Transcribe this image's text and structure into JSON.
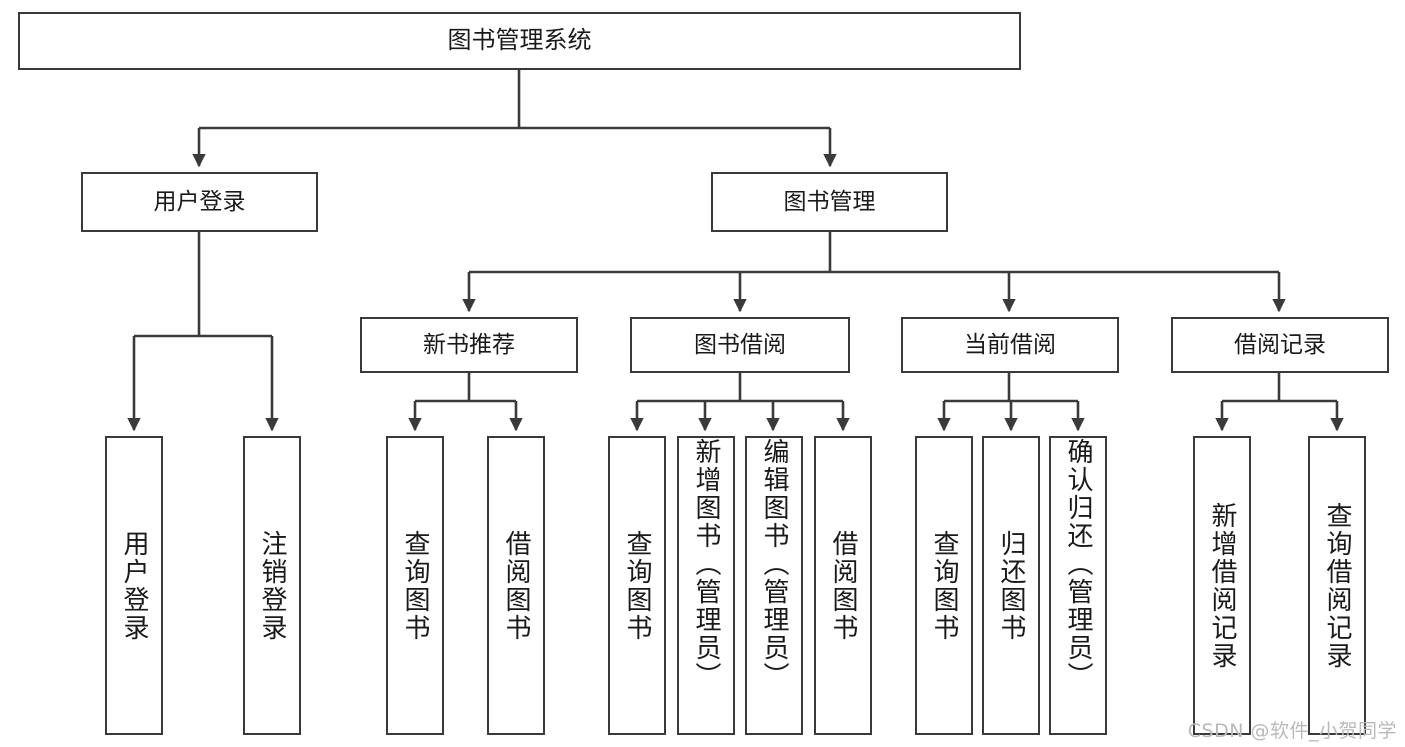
{
  "diagram": {
    "type": "hierarchy-tree",
    "title": "图书管理系统",
    "root": {
      "id": "root",
      "label": "图书管理系统"
    },
    "level1": [
      {
        "id": "user-login",
        "label": "用户登录"
      },
      {
        "id": "book-management",
        "label": "图书管理"
      }
    ],
    "level2": [
      {
        "id": "new-book-recommend",
        "label": "新书推荐",
        "parent": "book-management"
      },
      {
        "id": "book-borrow",
        "label": "图书借阅",
        "parent": "book-management"
      },
      {
        "id": "current-borrow",
        "label": "当前借阅",
        "parent": "book-management"
      },
      {
        "id": "borrow-record",
        "label": "借阅记录",
        "parent": "book-management"
      }
    ],
    "leaves": {
      "user-login": [
        {
          "id": "leaf-user-login",
          "label": "用户登录"
        },
        {
          "id": "leaf-logout",
          "label": "注销登录"
        }
      ],
      "new-book-recommend": [
        {
          "id": "leaf-query-book-1",
          "label": "查询图书"
        },
        {
          "id": "leaf-borrow-book-1",
          "label": "借阅图书"
        }
      ],
      "book-borrow": [
        {
          "id": "leaf-query-book-2",
          "label": "查询图书"
        },
        {
          "id": "leaf-add-book",
          "label": "新增图书（管理员）"
        },
        {
          "id": "leaf-edit-book",
          "label": "编辑图书（管理员）"
        },
        {
          "id": "leaf-borrow-book-2",
          "label": "借阅图书"
        }
      ],
      "current-borrow": [
        {
          "id": "leaf-query-book-3",
          "label": "查询图书"
        },
        {
          "id": "leaf-return-book",
          "label": "归还图书"
        },
        {
          "id": "leaf-confirm-return",
          "label": "确认归还（管理员）"
        }
      ],
      "borrow-record": [
        {
          "id": "leaf-add-record",
          "label": "新增借阅记录"
        },
        {
          "id": "leaf-query-record",
          "label": "查询借阅记录"
        }
      ]
    },
    "colors": {
      "stroke": "#3a3a3a",
      "fill": "#ffffff",
      "text": "#1a1a1a",
      "watermark": "#b9b9b9"
    }
  },
  "watermark": {
    "text": "CSDN @软件_小贺同学"
  }
}
